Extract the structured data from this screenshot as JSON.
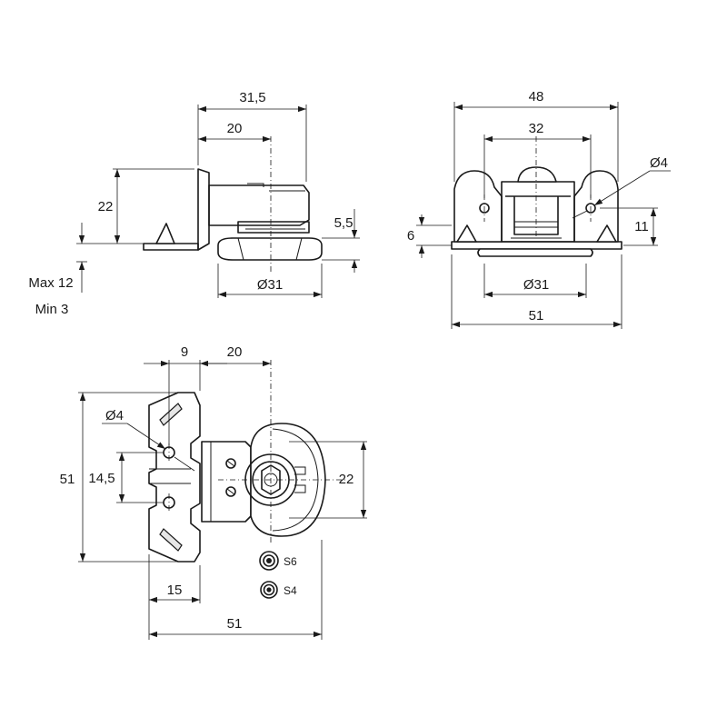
{
  "side_view": {
    "dim_width_outer": "31,5",
    "dim_width_inner": "20",
    "dim_height": "22",
    "dim_foot": "5,5",
    "dim_diameter": "Ø31",
    "note_max": "Max 12",
    "note_min": "Min 3"
  },
  "front_view": {
    "dim_total_width": "48",
    "dim_hole_spacing": "32",
    "dim_hole": "Ø4",
    "dim_left_height": "6",
    "dim_right_height": "11",
    "dim_diameter": "Ø31",
    "dim_base_width": "51"
  },
  "top_view": {
    "dim_offset": "9",
    "dim_center": "20",
    "dim_hole": "Ø4",
    "dim_height": "51",
    "dim_hole_pitch": "14,5",
    "dim_cup": "22",
    "dim_tab": "15",
    "dim_width": "51",
    "screw_large_label": "S6",
    "screw_small_label": "S4"
  }
}
